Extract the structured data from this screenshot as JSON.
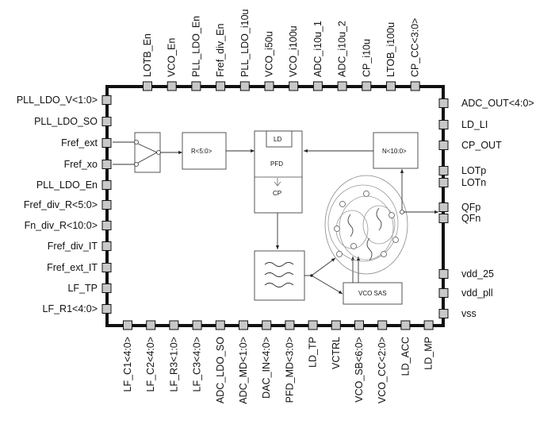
{
  "pins": {
    "top": [
      "LOTB_En",
      "VCO_En",
      "PLL_LDO_En",
      "Fref_div_En",
      "PLL_LDO_i10u",
      "VCO_i50u",
      "VCO_i100u",
      "ADC_i10u_1",
      "ADC_i10u_2",
      "CP_i10u",
      "LTOB_i100u",
      "CP_CC<3:0>"
    ],
    "left": [
      "PLL_LDO_V<1:0>",
      "PLL_LDO_SO",
      "Fref_ext",
      "Fref_xo",
      "PLL_LDO_En",
      "Fref_div_R<5:0>",
      "Fn_div_R<10:0>",
      "Fref_div_IT",
      "Fref_ext_IT",
      "LF_TP",
      "LF_R1<4:0>"
    ],
    "right": [
      "ADC_OUT<4:0>",
      "LD_LI",
      "CP_OUT",
      "LOTp",
      "LOTn",
      "QFp",
      "QFn",
      "vdd_25",
      "vdd_pll",
      "vss"
    ],
    "bottom": [
      "LF_C1<4:0>",
      "LF_C2<4:0>",
      "LF_R3<1:0>",
      "LF_C3<4:0>",
      "ADC_LDO_SO",
      "ADC_MD<1:0>",
      "DAC_IN<4:0>",
      "PFD_MD<3:0>",
      "LD_TP",
      "VCTRL",
      "VCO_SB<6:0>",
      "VCO_CC<2:0>",
      "LD_ACC",
      "LD_MP"
    ]
  },
  "blocks": {
    "r_div": "R<5:0>",
    "n_div": "N<10:0>",
    "ld": "LD",
    "pfd": "PFD",
    "cp": "CP",
    "vco_sas": "VCO SAS"
  }
}
